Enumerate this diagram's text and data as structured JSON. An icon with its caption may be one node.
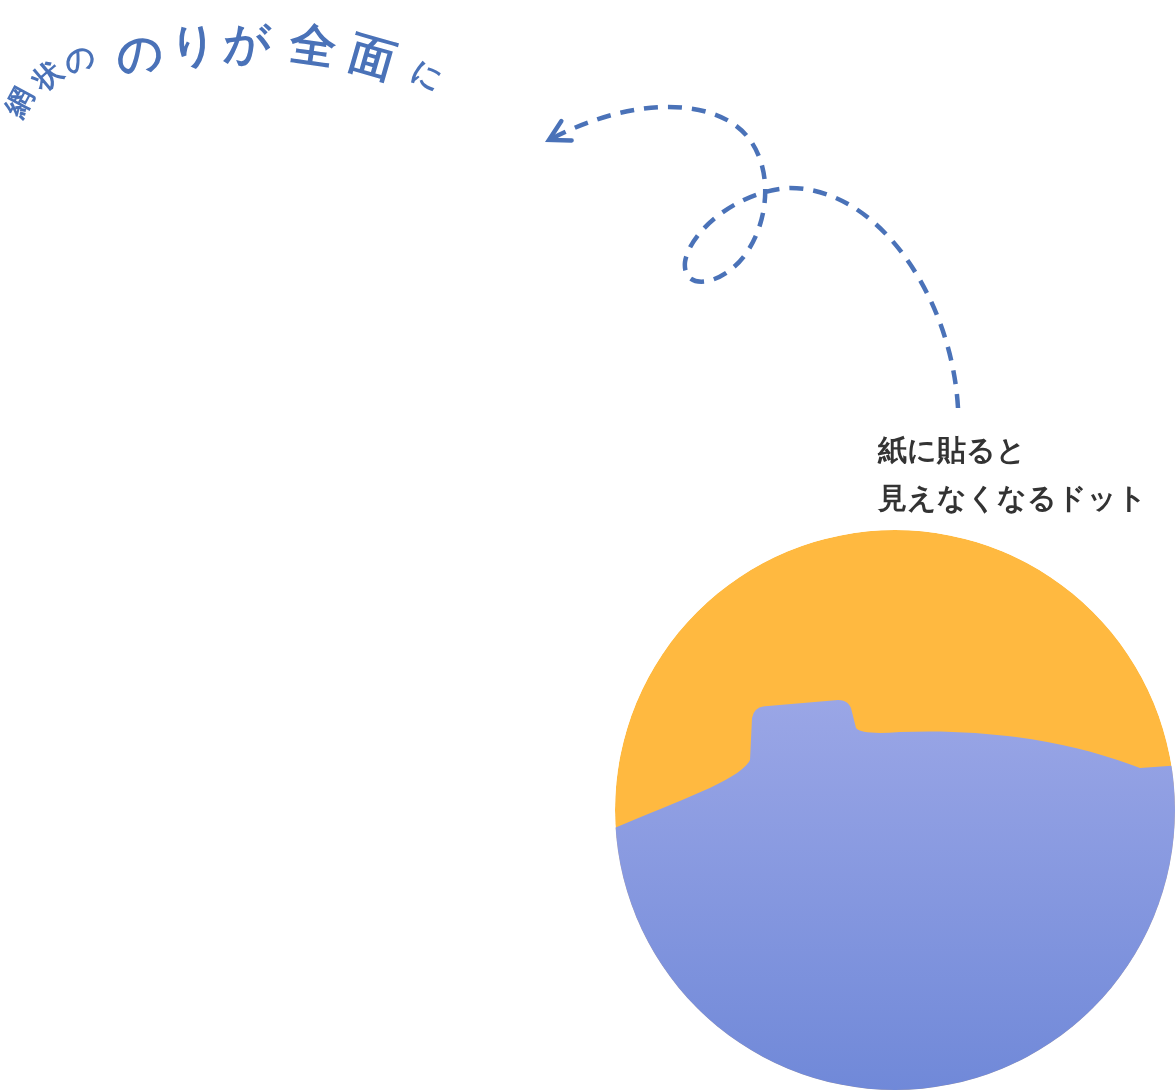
{
  "diagram": {
    "nodes": [
      {
        "text": [
          "網状ののりが全面に"
        ]
      },
      {
        "text": [
          "紙に貼ると見えなくなるドット"
        ]
      }
    ],
    "edges": [
      {
        "from": 1,
        "to": 0,
        "arrow": "to",
        "style": "dashed"
      }
    ]
  }
}
